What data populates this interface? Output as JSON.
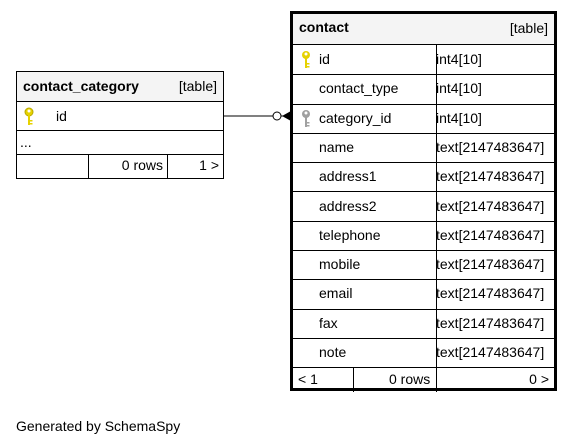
{
  "tables": {
    "contact_category": {
      "name": "contact_category",
      "type_tag": "[table]",
      "columns": [
        {
          "name": "id",
          "key": "primary"
        }
      ],
      "ellipsis": "...",
      "footer": {
        "rows": "0 rows",
        "right": "1 >"
      }
    },
    "contact": {
      "name": "contact",
      "type_tag": "[table]",
      "columns": [
        {
          "name": "id",
          "type": "int4[10]",
          "key": "primary"
        },
        {
          "name": "contact_type",
          "type": "int4[10]",
          "key": ""
        },
        {
          "name": "category_id",
          "type": "int4[10]",
          "key": "foreign"
        },
        {
          "name": "name",
          "type": "text[2147483647]",
          "key": ""
        },
        {
          "name": "address1",
          "type": "text[2147483647]",
          "key": ""
        },
        {
          "name": "address2",
          "type": "text[2147483647]",
          "key": ""
        },
        {
          "name": "telephone",
          "type": "text[2147483647]",
          "key": ""
        },
        {
          "name": "mobile",
          "type": "text[2147483647]",
          "key": ""
        },
        {
          "name": "email",
          "type": "text[2147483647]",
          "key": ""
        },
        {
          "name": "fax",
          "type": "text[2147483647]",
          "key": ""
        },
        {
          "name": "note",
          "type": "text[2147483647]",
          "key": ""
        }
      ],
      "footer": {
        "left": "< 1",
        "rows": "0 rows",
        "right": "0 >"
      }
    }
  },
  "relationship": {
    "from": "contact.category_id",
    "to": "contact_category.id"
  },
  "colors": {
    "primary_key": "#e6d200",
    "foreign_key": "#a0a0a0",
    "header_bg": "#f4f4f4"
  },
  "credit": "Generated by SchemaSpy"
}
